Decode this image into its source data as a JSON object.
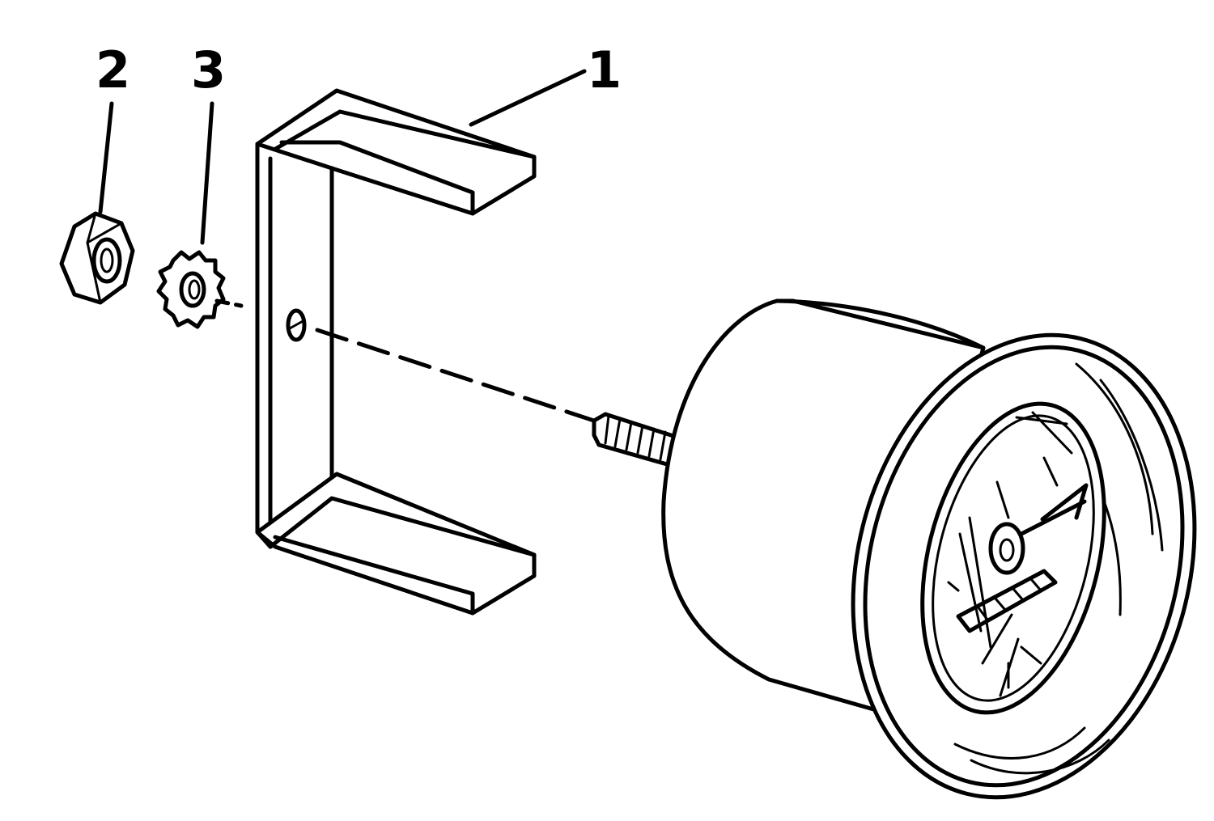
{
  "callouts": [
    {
      "id": "bracket",
      "label": "1"
    },
    {
      "id": "hex-nut",
      "label": "2"
    },
    {
      "id": "lock-washer",
      "label": "3"
    }
  ],
  "colors": {
    "ink": "#000000",
    "paper": "#ffffff"
  }
}
